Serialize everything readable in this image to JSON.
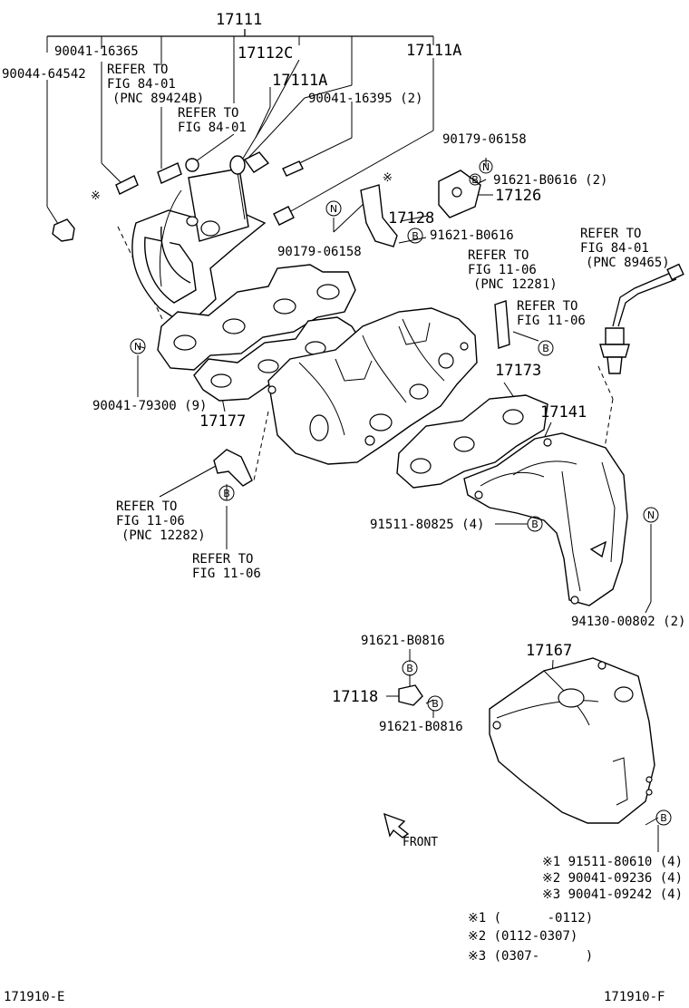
{
  "labels": {
    "p17111": "17111",
    "p90041_16365": "90041-16365",
    "p90044_64542": "90044-64542",
    "refer_fig8401_a_l1": "REFER TO",
    "refer_fig8401_a_l2": "FIG 84-01",
    "refer_fig8401_a_l3": "(PNC 89424B)",
    "refer_fig8401_b_l1": "REFER TO",
    "refer_fig8401_b_l2": "FIG 84-01",
    "p17112c": "17112C",
    "p17111a_top": "17111A",
    "p17111a_mid": "17111A",
    "p90041_16395": "90041-16395 (2)",
    "p90179_06158_top": "90179-06158",
    "p91621_b0616_2": "91621-B0616 (2)",
    "p17126": "17126",
    "p17128": "17128",
    "p91621_b0616": "91621-B0616",
    "p90179_06158_mid": "90179-06158",
    "refer_fig8401_c_l1": "REFER TO",
    "refer_fig8401_c_l2": "FIG 84-01",
    "refer_fig8401_c_l3": "(PNC 89465)",
    "refer_fig1106_a_l1": "REFER TO",
    "refer_fig1106_a_l2": "FIG 11-06",
    "refer_fig1106_a_l3": "(PNC 12281)",
    "refer_fig1106_b_l1": "REFER TO",
    "refer_fig1106_b_l2": "FIG 11-06",
    "p90041_79300": "90041-79300 (9)",
    "p17177": "17177",
    "p17173": "17173",
    "p17141": "17141",
    "refer_fig1106_c_l1": "REFER TO",
    "refer_fig1106_c_l2": "FIG 11-06",
    "refer_fig1106_c_l3": "(PNC 12282)",
    "refer_fig1106_d_l1": "REFER TO",
    "refer_fig1106_d_l2": "FIG 11-06",
    "p91511_80825": "91511-80825 (4)",
    "p94130_00802": "94130-00802 (2)",
    "p91621_b0816_top": "91621-B0816",
    "p17167": "17167",
    "p17118": "17118",
    "p91621_b0816_bot": "91621-B0816",
    "front": "FRONT",
    "leg1_part": "※1 91511-80610 (4)",
    "leg2_part": "※2 90041-09236 (4)",
    "leg3_part": "※3 90041-09242 (4)",
    "leg1_date": "※1 (      -0112)",
    "leg2_date": "※2 (0112-0307)",
    "leg3_date": "※3 (0307-      )",
    "code_left": "171910-E",
    "code_right": "171910-F",
    "mark_star": "※",
    "mark_n": "N",
    "mark_b": "B"
  }
}
